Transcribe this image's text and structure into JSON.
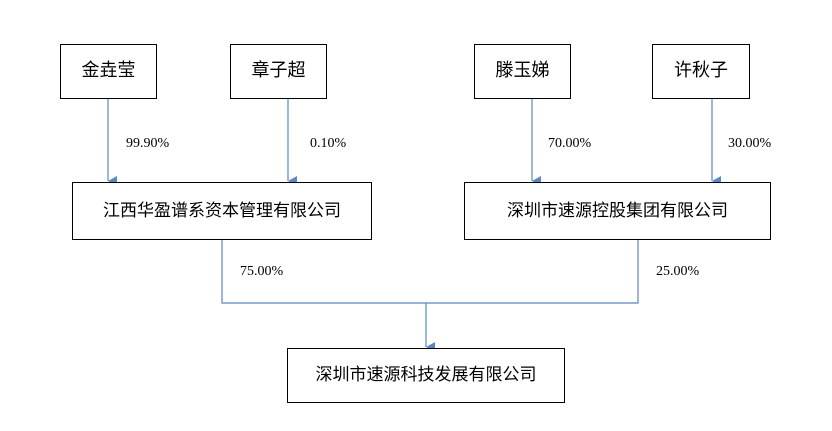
{
  "persons": [
    {
      "id": "p1",
      "name": "金垚莹"
    },
    {
      "id": "p2",
      "name": "章子超"
    },
    {
      "id": "p3",
      "name": "滕玉娣"
    },
    {
      "id": "p4",
      "name": "许秋子"
    }
  ],
  "companies": [
    {
      "id": "c1",
      "name": "江西华盈谱系资本管理有限公司"
    },
    {
      "id": "c2",
      "name": "深圳市速源控股集团有限公司"
    },
    {
      "id": "c3",
      "name": "深圳市速源科技发展有限公司"
    }
  ],
  "edges": [
    {
      "from": "p1",
      "to": "c1",
      "share": "99.90%"
    },
    {
      "from": "p2",
      "to": "c1",
      "share": "0.10%"
    },
    {
      "from": "p3",
      "to": "c2",
      "share": "70.00%"
    },
    {
      "from": "p4",
      "to": "c2",
      "share": "30.00%"
    },
    {
      "from": "c1",
      "to": "c3",
      "share": "75.00%"
    },
    {
      "from": "c2",
      "to": "c3",
      "share": "25.00%"
    }
  ],
  "colors": {
    "connector": "#5b87c5",
    "box_border": "#000000",
    "text": "#000000"
  }
}
